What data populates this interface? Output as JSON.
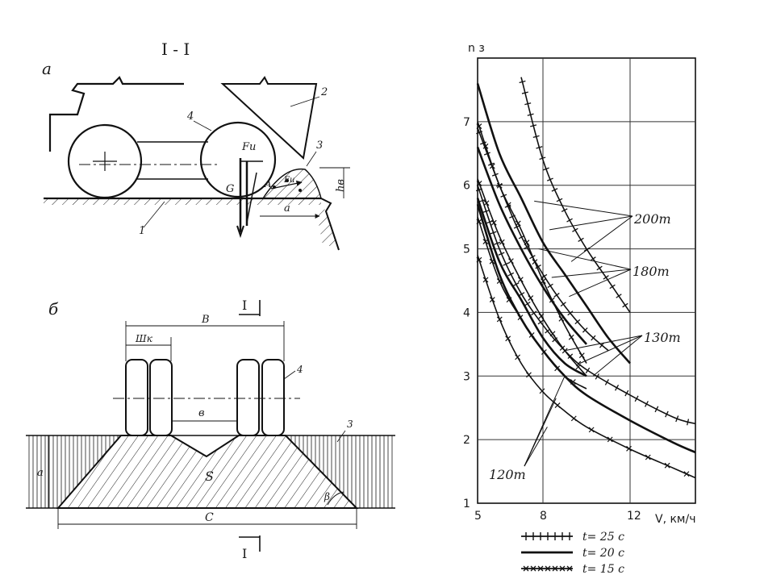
{
  "figure": {
    "section_title": "I - I",
    "panel_a_label": "а",
    "panel_b_label": "б",
    "callouts": {
      "one": "1",
      "two": "2",
      "three": "3",
      "four": "4",
      "four_b": "4",
      "three_b": "3"
    },
    "forces": {
      "fu": "Fи",
      "fu_small": "Fи",
      "g": "G",
      "a_point": "A"
    },
    "dims": {
      "hv": "hв",
      "a": "a",
      "wk": "Шк",
      "B": "В",
      "b": "в",
      "a_left": "a",
      "S": "S",
      "C": "C",
      "beta": "β"
    },
    "cut_top": "I",
    "cut_bottom": "I"
  },
  "chart_data": {
    "type": "line",
    "ylabel": "n з",
    "xlabel": "V, км/ч",
    "xlim": [
      5,
      15
    ],
    "ylim": [
      1,
      8
    ],
    "xticks": [
      5,
      8,
      12
    ],
    "xtick_labels": [
      "5",
      "8",
      "12"
    ],
    "yticks": [
      1,
      2,
      3,
      4,
      5,
      6,
      7
    ],
    "ytick_labels": [
      "1",
      "2",
      "3",
      "4",
      "5",
      "6",
      "7"
    ],
    "grid": true,
    "annotations": [
      "200т",
      "180т",
      "130т",
      "120т"
    ],
    "legend_position": "bottom",
    "legend": [
      {
        "label": "t= 25 c",
        "style": "plus"
      },
      {
        "label": "t= 20 c",
        "style": "plain"
      },
      {
        "label": "t= 15 c",
        "style": "cross"
      }
    ],
    "series": [
      {
        "group": "200т",
        "style": "plus",
        "x": [
          7.0,
          8.0,
          9.0,
          10.0,
          11.0,
          12.0
        ],
        "y": [
          7.7,
          6.4,
          5.6,
          5.0,
          4.5,
          4.0
        ]
      },
      {
        "group": "200т",
        "style": "plain",
        "x": [
          5.0,
          6.0,
          7.0,
          8.0,
          9.0,
          10.0,
          11.0,
          12.0
        ],
        "y": [
          7.6,
          6.5,
          5.8,
          5.1,
          4.6,
          4.1,
          3.6,
          3.2
        ]
      },
      {
        "group": "200т",
        "style": "cross",
        "x": [
          5.0,
          6.0,
          7.0,
          8.0,
          9.0,
          10.0
        ],
        "y": [
          7.0,
          6.0,
          5.3,
          4.5,
          3.8,
          3.2
        ]
      },
      {
        "group": "180т",
        "style": "plus",
        "x": [
          5.0,
          6.0,
          7.0,
          8.0,
          9.0,
          10.0,
          11.0
        ],
        "y": [
          6.9,
          6.0,
          5.2,
          4.6,
          4.1,
          3.7,
          3.4
        ]
      },
      {
        "group": "180т",
        "style": "plain",
        "x": [
          5.0,
          6.0,
          7.0,
          8.0,
          9.0,
          10.0
        ],
        "y": [
          6.6,
          5.7,
          5.0,
          4.4,
          3.9,
          3.5
        ]
      },
      {
        "group": "180т",
        "style": "cross",
        "x": [
          5.0,
          6.0,
          7.0,
          8.0,
          9.0,
          10.0
        ],
        "y": [
          6.1,
          5.2,
          4.5,
          3.9,
          3.4,
          3.0
        ]
      },
      {
        "group": "130т",
        "style": "plus",
        "x": [
          5.0,
          6.0,
          7.0,
          8.0,
          9.0,
          10.0,
          12.0,
          14.0,
          15.0
        ],
        "y": [
          6.0,
          5.0,
          4.3,
          3.8,
          3.4,
          3.1,
          2.7,
          2.35,
          2.25
        ]
      },
      {
        "group": "130т",
        "style": "plain",
        "x": [
          5.0,
          6.0,
          7.0,
          8.0,
          9.0,
          10.0
        ],
        "y": [
          5.8,
          4.8,
          4.2,
          3.6,
          3.2,
          3.0
        ]
      },
      {
        "group": "130т",
        "style": "cross",
        "x": [
          5.0,
          6.0,
          7.0,
          8.0,
          9.0,
          10.0
        ],
        "y": [
          5.5,
          4.5,
          3.9,
          3.4,
          3.0,
          2.8
        ]
      },
      {
        "group": "120т",
        "style": "plain",
        "x": [
          5.0,
          6.0,
          7.0,
          8.0,
          9.0,
          10.0,
          12.0,
          14.0,
          15.0
        ],
        "y": [
          5.7,
          4.6,
          3.9,
          3.4,
          3.0,
          2.7,
          2.3,
          1.95,
          1.8
        ]
      },
      {
        "group": "120т",
        "style": "cross",
        "x": [
          5.0,
          6.0,
          7.0,
          8.0,
          9.0,
          10.0,
          12.0,
          14.0,
          15.0
        ],
        "y": [
          4.9,
          3.9,
          3.2,
          2.75,
          2.45,
          2.2,
          1.85,
          1.55,
          1.4
        ]
      }
    ]
  }
}
